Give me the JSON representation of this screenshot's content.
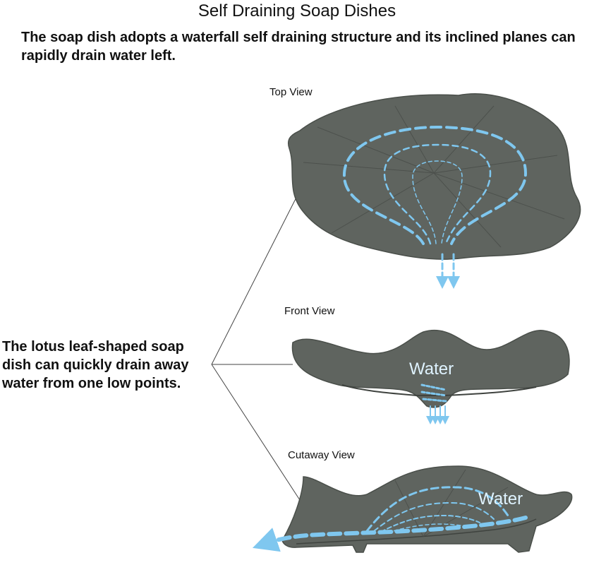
{
  "title": "Self Draining Soap Dishes",
  "intro": "The soap dish adopts a waterfall  self draining  structure and its inclined planes can rapidly drain water left.",
  "side_text": "The lotus leaf-shaped soap dish  can quickly drain away water from one low points.",
  "views": {
    "top": "Top View",
    "front": "Front View",
    "cutaway": "Cutaway View"
  },
  "water_labels": {
    "front": "Water",
    "cutaway": "Water"
  },
  "colors": {
    "dish": "#5f645f",
    "dish_dark": "#4a4f4a",
    "water": "#7fc7ef"
  }
}
